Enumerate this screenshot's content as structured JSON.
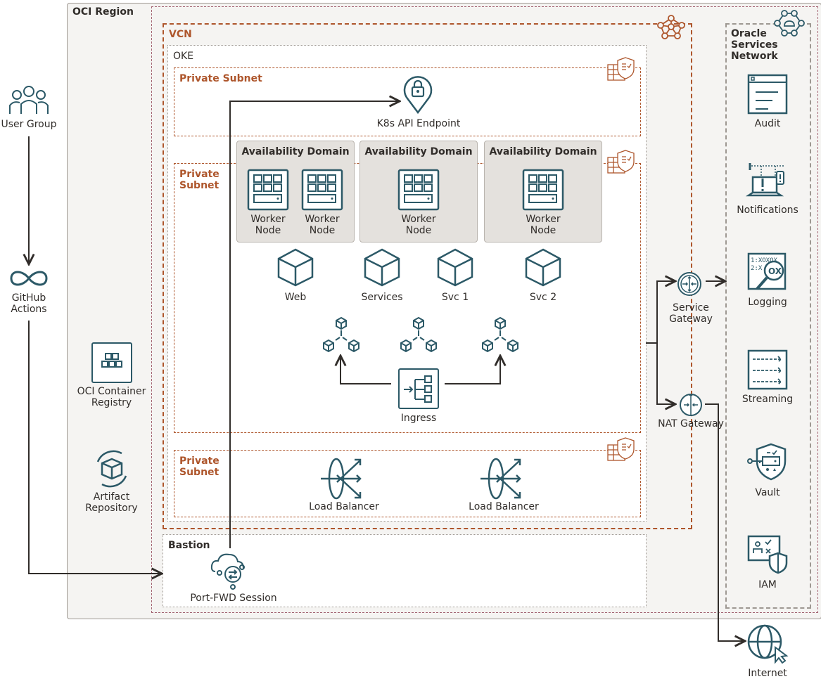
{
  "diagram": {
    "colors": {
      "icon_teal": "#2c5967",
      "rust": "#ae562c",
      "text": "#312d2a",
      "region_bg": "#f5f4f2",
      "ad_bg": "#e4e1dd",
      "connector": "#312d2a"
    },
    "external": {
      "user_group": "User Group",
      "github_actions": "GitHub Actions",
      "internet": "Internet"
    },
    "region": {
      "title": "OCI Region",
      "container_registry": "OCI Container Registry",
      "artifact_repository": "Artifact Repository"
    },
    "vcn": {
      "title": "VCN",
      "oke": {
        "title": "OKE",
        "api_subnet": {
          "title": "Private Subnet",
          "endpoint": "K8s API Endpoint"
        },
        "worker_subnet": {
          "title": "Private Subnet",
          "availability_domains": [
            {
              "title": "Availability Domain",
              "nodes": [
                "Worker Node",
                "Worker Node"
              ]
            },
            {
              "title": "Availability Domain",
              "nodes": [
                "Worker Node"
              ]
            },
            {
              "title": "Availability Domain",
              "nodes": [
                "Worker Node"
              ]
            }
          ],
          "services": [
            "Web",
            "Services",
            "Svc 1",
            "Svc 2"
          ],
          "ingress": "Ingress"
        },
        "lb_subnet": {
          "title": "Private Subnet",
          "load_balancers": [
            "Load Balancer",
            "Load Balancer"
          ]
        }
      },
      "service_gateway": "Service Gateway",
      "nat_gateway": "NAT Gateway"
    },
    "bastion": {
      "title": "Bastion",
      "session": "Port-FWD Session"
    },
    "oracle_services_network": {
      "title": "Oracle Services Network",
      "services": [
        "Audit",
        "Notifications",
        "Logging",
        "Streaming",
        "Vault",
        "IAM"
      ]
    },
    "icons": {
      "user_group": "users-icon",
      "github_actions": "infinity-icon",
      "container_registry": "registry-icon",
      "artifact_repository": "package-cycle-icon",
      "k8s_api": "location-lock-icon",
      "worker_node": "compute-node-icon",
      "service": "cube-icon",
      "pod_cluster": "cube-cluster-icon",
      "ingress": "ingress-icon",
      "load_balancer": "load-balancer-icon",
      "security_list": "security-list-icon",
      "vcn": "vcn-network-icon",
      "osn": "osn-cloud-icon",
      "service_gateway": "service-gateway-icon",
      "nat_gateway": "nat-gateway-icon",
      "bastion_session": "cloud-port-forward-icon",
      "internet": "globe-cursor-icon"
    }
  }
}
